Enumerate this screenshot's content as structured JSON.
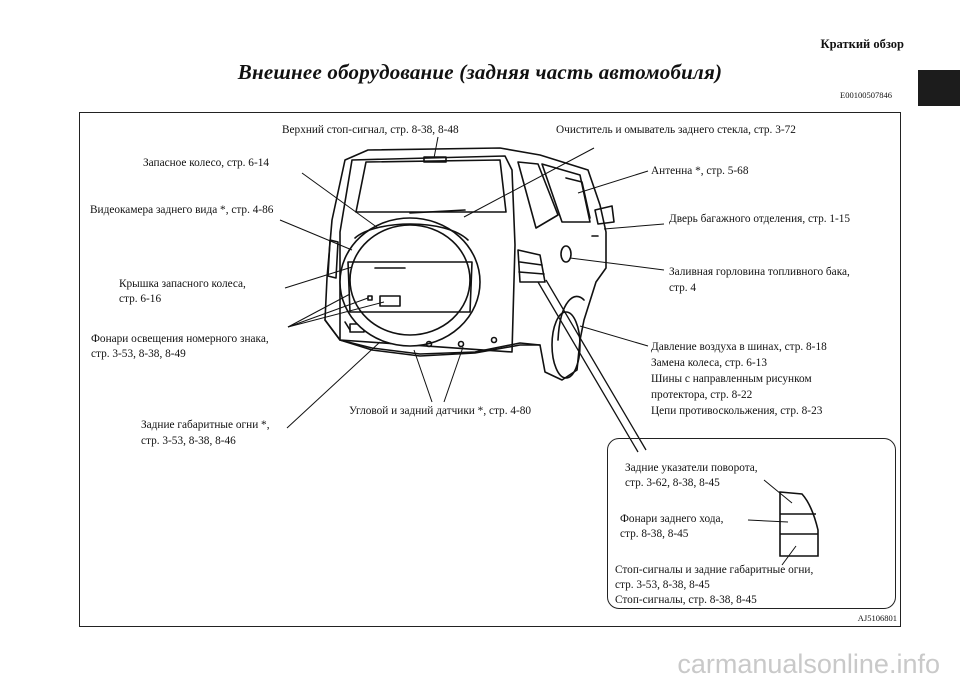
{
  "header": {
    "section": "Краткий обзор",
    "title": "Внешнее оборудование (задняя часть автомобиля)",
    "code": "E00100507846"
  },
  "labels": {
    "upper_brake": "Верхний стоп-сигнал, стр. 8-38, 8-48",
    "washer": "Очиститель и омыватель заднего стекла, стр. 3-72",
    "spare_wheel": "Запасное колесо, стр. 6-14",
    "antenna": "Антенна *, стр. 5-68",
    "camera": "Видеокамера заднего вида *, стр. 4-86",
    "tailgate": "Дверь багажного отделения, стр. 1-15",
    "fuel_line1": "Заливная горловина топливного бака,",
    "fuel_line2": "стр. 4",
    "cover_line1": "Крышка запасного колеса,",
    "cover_line2": "стр. 6-16",
    "plate_line1": "Фонари освещения номерного знака,",
    "plate_line2": "стр. 3-53, 8-38, 8-49",
    "tires_line1": "Давление воздуха в шинах, стр. 8-18",
    "tires_line2": "Замена колеса, стр. 6-13",
    "tires_line3": "Шины с направленным рисунком",
    "tires_line4": "протектора, стр. 8-22",
    "tires_line5": "Цепи противоскольжения, стр. 8-23",
    "sensors": "Угловой и задний датчики *, стр. 4-80",
    "rear_pos_line1": "Задние габаритные огни *,",
    "rear_pos_line2": "стр. 3-53, 8-38, 8-46"
  },
  "inset": {
    "turn_line1": "Задние указатели поворота,",
    "turn_line2": "стр. 3-62, 8-38, 8-45",
    "reverse_line1": "Фонари заднего хода,",
    "reverse_line2": "стр. 8-38, 8-45",
    "stop_line1": "Стоп-сигналы и задние габаритные огни,",
    "stop_line2": "стр. 3-53, 8-38, 8-45",
    "stop_line3": "Стоп-сигналы, стр. 8-38, 8-45"
  },
  "figure_ref": "AJ5106801",
  "watermark": "carmanualsonline.info"
}
